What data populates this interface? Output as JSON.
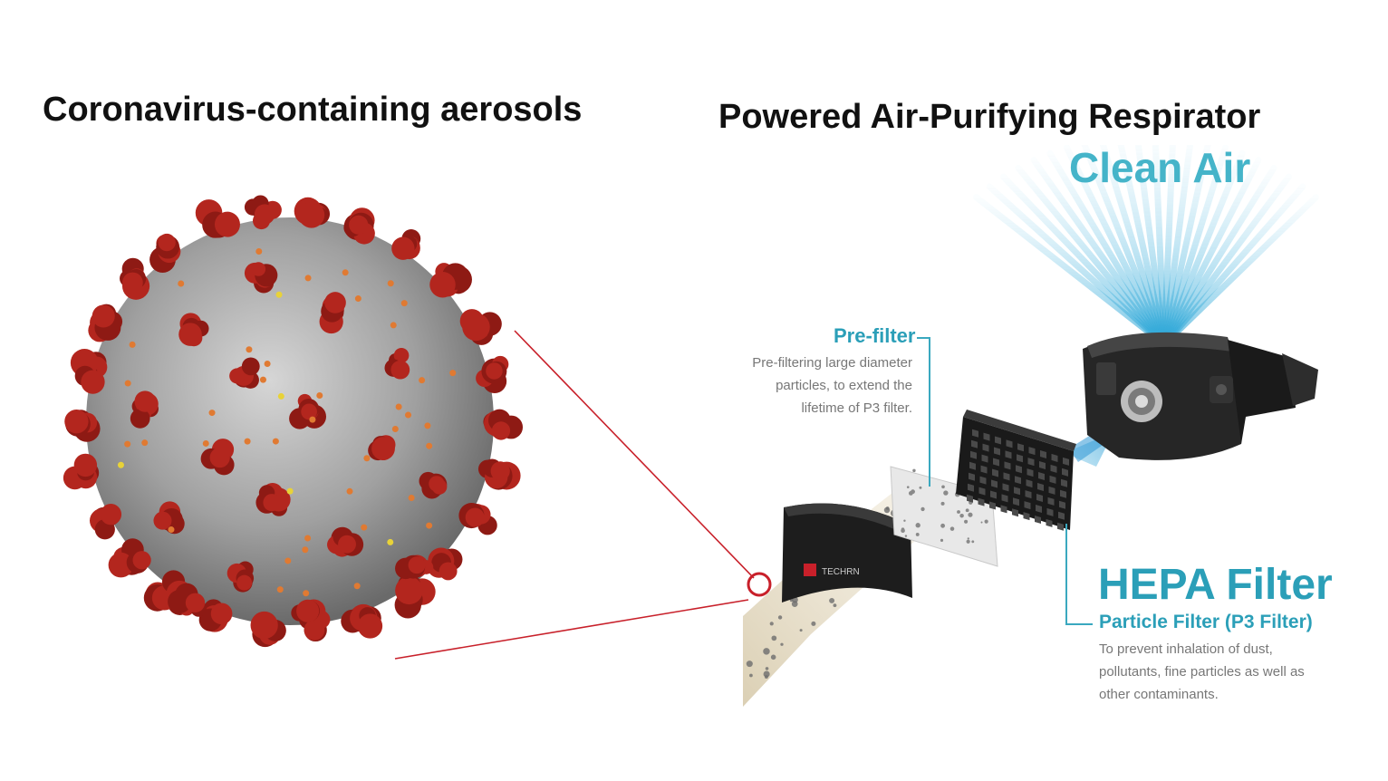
{
  "titles": {
    "left": "Coronavirus-containing aerosols",
    "right": "Powered Air-Purifying Respirator"
  },
  "clean_air": "Clean Air",
  "pre_filter": {
    "title": "Pre-filter",
    "description": "Pre-filtering large diameter particles, to extend the lifetime of P3 filter."
  },
  "hepa_filter": {
    "title": "HEPA Filter",
    "subtitle": "Particle Filter (P3 Filter)",
    "description": "To prevent inhalation of dust, pollutants, fine particles as well as other contaminants."
  },
  "colors": {
    "accent_teal": "#2b9fb8",
    "clean_air": "#45b4c9",
    "spike_red": "#b3261e",
    "callout_red": "#c8202a",
    "virus_gray": "#9a9a9a"
  }
}
